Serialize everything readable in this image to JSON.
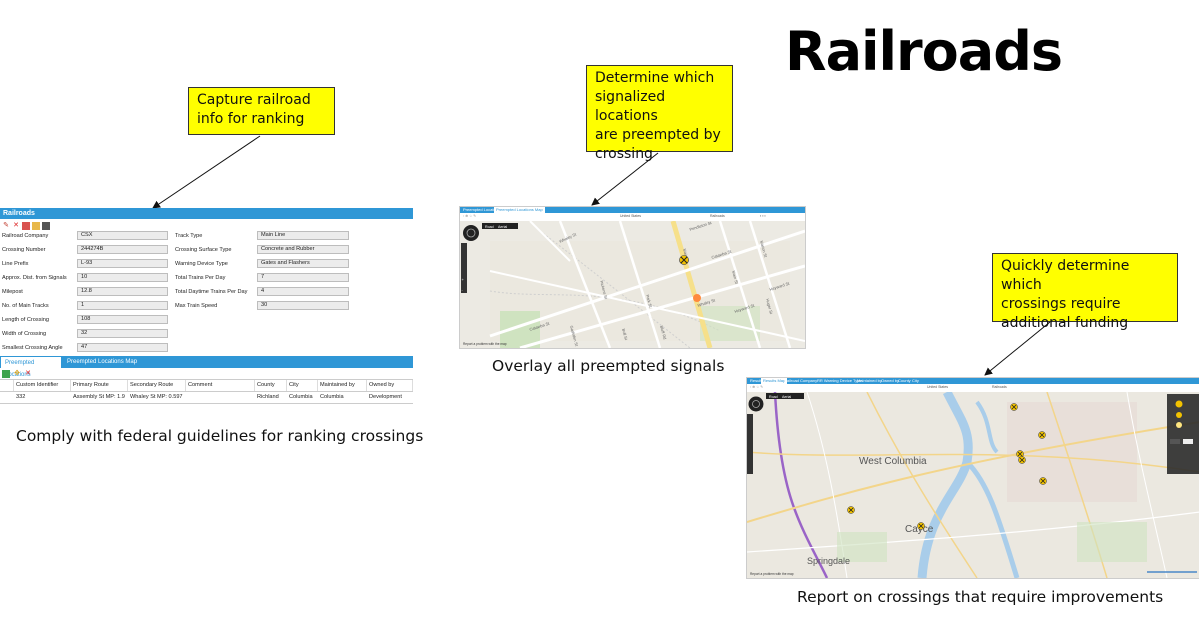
{
  "title": "Railroads",
  "callouts": {
    "capture": [
      "Capture railroad",
      "info for ranking"
    ],
    "determine": [
      "Determine which",
      "signalized locations",
      "are preempted by",
      "crossing"
    ],
    "quickly": [
      "Quickly determine  which",
      "crossings require",
      "additional funding"
    ]
  },
  "captions": {
    "comply": "Comply with federal guidelines for ranking crossings",
    "overlay": "Overlay all preempted signals",
    "report": "Report on crossings that require improvements"
  },
  "form": {
    "header": "Railroads",
    "left_fields": [
      {
        "label": "Railroad Company",
        "value": "CSX"
      },
      {
        "label": "Crossing Number",
        "value": "244274B"
      },
      {
        "label": "Line Prefix",
        "value": "L-93"
      },
      {
        "label": "Approx. Dist. from Signals",
        "value": "10"
      },
      {
        "label": "Milepost",
        "value": "12.8"
      },
      {
        "label": "No. of Main Tracks",
        "value": "1"
      },
      {
        "label": "Length of Crossing",
        "value": "108"
      },
      {
        "label": "Width of Crossing",
        "value": "32"
      },
      {
        "label": "Smallest Crossing Angle",
        "value": "47"
      }
    ],
    "right_fields": [
      {
        "label": "Track Type",
        "value": "Main Line"
      },
      {
        "label": "Crossing Surface Type",
        "value": "Concrete and Rubber"
      },
      {
        "label": "Warning Device Type",
        "value": "Gates and Flashers"
      },
      {
        "label": "Total Trains Per Day",
        "value": "7"
      },
      {
        "label": "Total Daytime Trains Per Day",
        "value": "4"
      },
      {
        "label": "Max Train Speed",
        "value": "30"
      }
    ],
    "tabs": [
      "Preempted Locations",
      "Preempted Locations Map"
    ],
    "grid": {
      "headers": [
        "Custom Identifier",
        "Primary Route",
        "Secondary Route",
        "Comment",
        "County",
        "City",
        "Maintained by",
        "Owned by"
      ],
      "rows": [
        [
          "332",
          "Assembly St  MP: 1.9",
          "Whaley St  MP: 0.597",
          "",
          "Richland",
          "Columbia",
          "Columbia",
          "Development"
        ]
      ]
    }
  },
  "map1": {
    "tabs": [
      "Preempted Locations",
      "Preempted Locations Map"
    ],
    "toolbar_region": "United States",
    "toolbar_layer": "Railroads",
    "map_type": [
      "Road",
      "Aerial"
    ],
    "streets": [
      "Whaley St",
      "Catawba St",
      "Catawba St",
      "Whaley St",
      "Pickens St",
      "Park St",
      "Main St",
      "Main St",
      "Marion St",
      "Huger St",
      "Gadsden St",
      "Bluff Rd",
      "Bull St",
      "Heyward St",
      "Heyward St",
      "Pendleton St"
    ],
    "footer": "Report a problem with the map"
  },
  "map2": {
    "tabs": [
      "Results",
      "Results Map",
      "Railroad Company",
      "RR Warning Device Type",
      "Maintained by",
      "Owned by",
      "County",
      "City"
    ],
    "toolbar_region": "United States",
    "toolbar_layer": "Railroads",
    "map_type": [
      "Road",
      "Aerial"
    ],
    "places": [
      "West Columbia",
      "Cayce",
      "Springdale"
    ],
    "footer": "Report a problem with the map"
  },
  "colors": {
    "accent": "#2f97d6",
    "callout": "#ffff00",
    "crossing_marker": "#f2c200",
    "signal_marker": "#ff8a3d"
  }
}
